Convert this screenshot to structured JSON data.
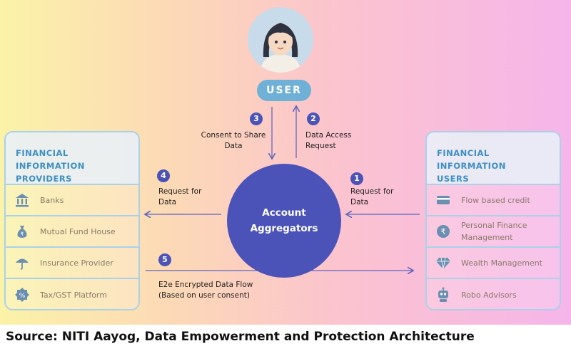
{
  "user": {
    "label": "USER"
  },
  "center": {
    "line1": "Account",
    "line2": "Aggregators"
  },
  "providers": {
    "title_line1": "FINANCIAL INFORMATION",
    "title_line2": "PROVIDERS",
    "items": [
      {
        "label": "Banks",
        "icon": "bank-icon"
      },
      {
        "label": "Mutual Fund House",
        "icon": "money-bag-icon"
      },
      {
        "label": "Insurance Provider",
        "icon": "umbrella-icon"
      },
      {
        "label": "Tax/GST Platform",
        "icon": "percent-badge-icon"
      }
    ]
  },
  "users": {
    "title_line1": "FINANCIAL INFORMATION",
    "title_line2": "USERS",
    "items": [
      {
        "label": "Flow based credit",
        "icon": "credit-card-icon"
      },
      {
        "label_line1": "Personal Finance",
        "label_line2": "Management",
        "icon": "rupee-coin-icon"
      },
      {
        "label": "Wealth Management",
        "icon": "diamond-icon"
      },
      {
        "label": "Robo Advisors",
        "icon": "robot-icon"
      }
    ]
  },
  "steps": [
    {
      "num": "1",
      "line1": "Request for",
      "line2": "Data"
    },
    {
      "num": "2",
      "line1": "Data Access",
      "line2": "Request"
    },
    {
      "num": "3",
      "line1": "Consent to Share",
      "line2": "Data"
    },
    {
      "num": "4",
      "line1": "Request for",
      "line2": "Data"
    },
    {
      "num": "5",
      "line1": "E2e Encrypted Data Flow",
      "line2": "(Based on user consent)"
    }
  ],
  "source": "Source: NITI Aayog, Data Empowerment and Protection Architecture",
  "colors": {
    "circle": "#4b53b8",
    "user_pill": "#6fb0d6",
    "panel_border": "#a9d2ea",
    "panel_title": "#3c8ec4",
    "arrow": "#5a62c0"
  }
}
